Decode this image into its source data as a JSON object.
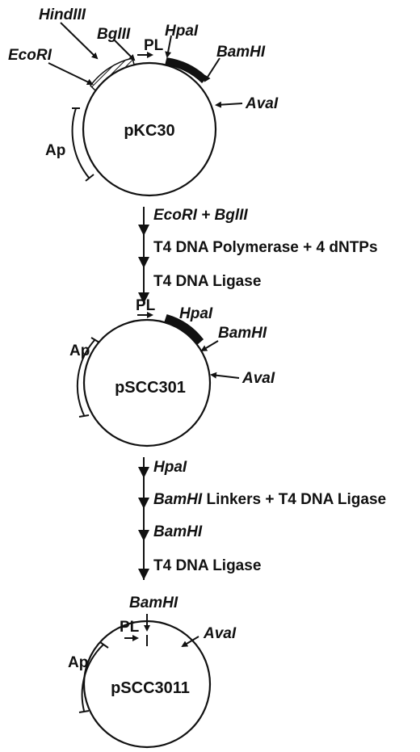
{
  "plasmids": {
    "p1": {
      "name": "pKC30",
      "sites": {
        "hind": "HindIII",
        "ecori": "EcoRI",
        "bgl": "BglII",
        "pl": "PL",
        "hpa": "HpaI",
        "bam": "BamHI",
        "ava": "AvaI",
        "ap": "Ap"
      }
    },
    "p2": {
      "name": "pSCC301",
      "sites": {
        "pl": "PL",
        "hpa": "HpaI",
        "bam": "BamHI",
        "ava": "AvaI",
        "ap": "Ap"
      }
    },
    "p3": {
      "name": "pSCC3011",
      "sites": {
        "bam": "BamHI",
        "pl": "PL",
        "ava": "AvaI",
        "ap": "Ap"
      }
    }
  },
  "steps1": [
    {
      "enzyme": "EcoRI + BglII",
      "plain": ""
    },
    {
      "enzyme": "",
      "plain": "T4 DNA Polymerase + 4 dNTPs"
    },
    {
      "enzyme": "",
      "plain": "T4 DNA Ligase"
    }
  ],
  "steps2": [
    {
      "enzyme": "HpaI",
      "plain": ""
    },
    {
      "enzyme": "BamHI",
      "plain": " Linkers + T4 DNA Ligase"
    },
    {
      "enzyme": "BamHI",
      "plain": ""
    },
    {
      "enzyme": "",
      "plain": "T4 DNA Ligase"
    }
  ]
}
